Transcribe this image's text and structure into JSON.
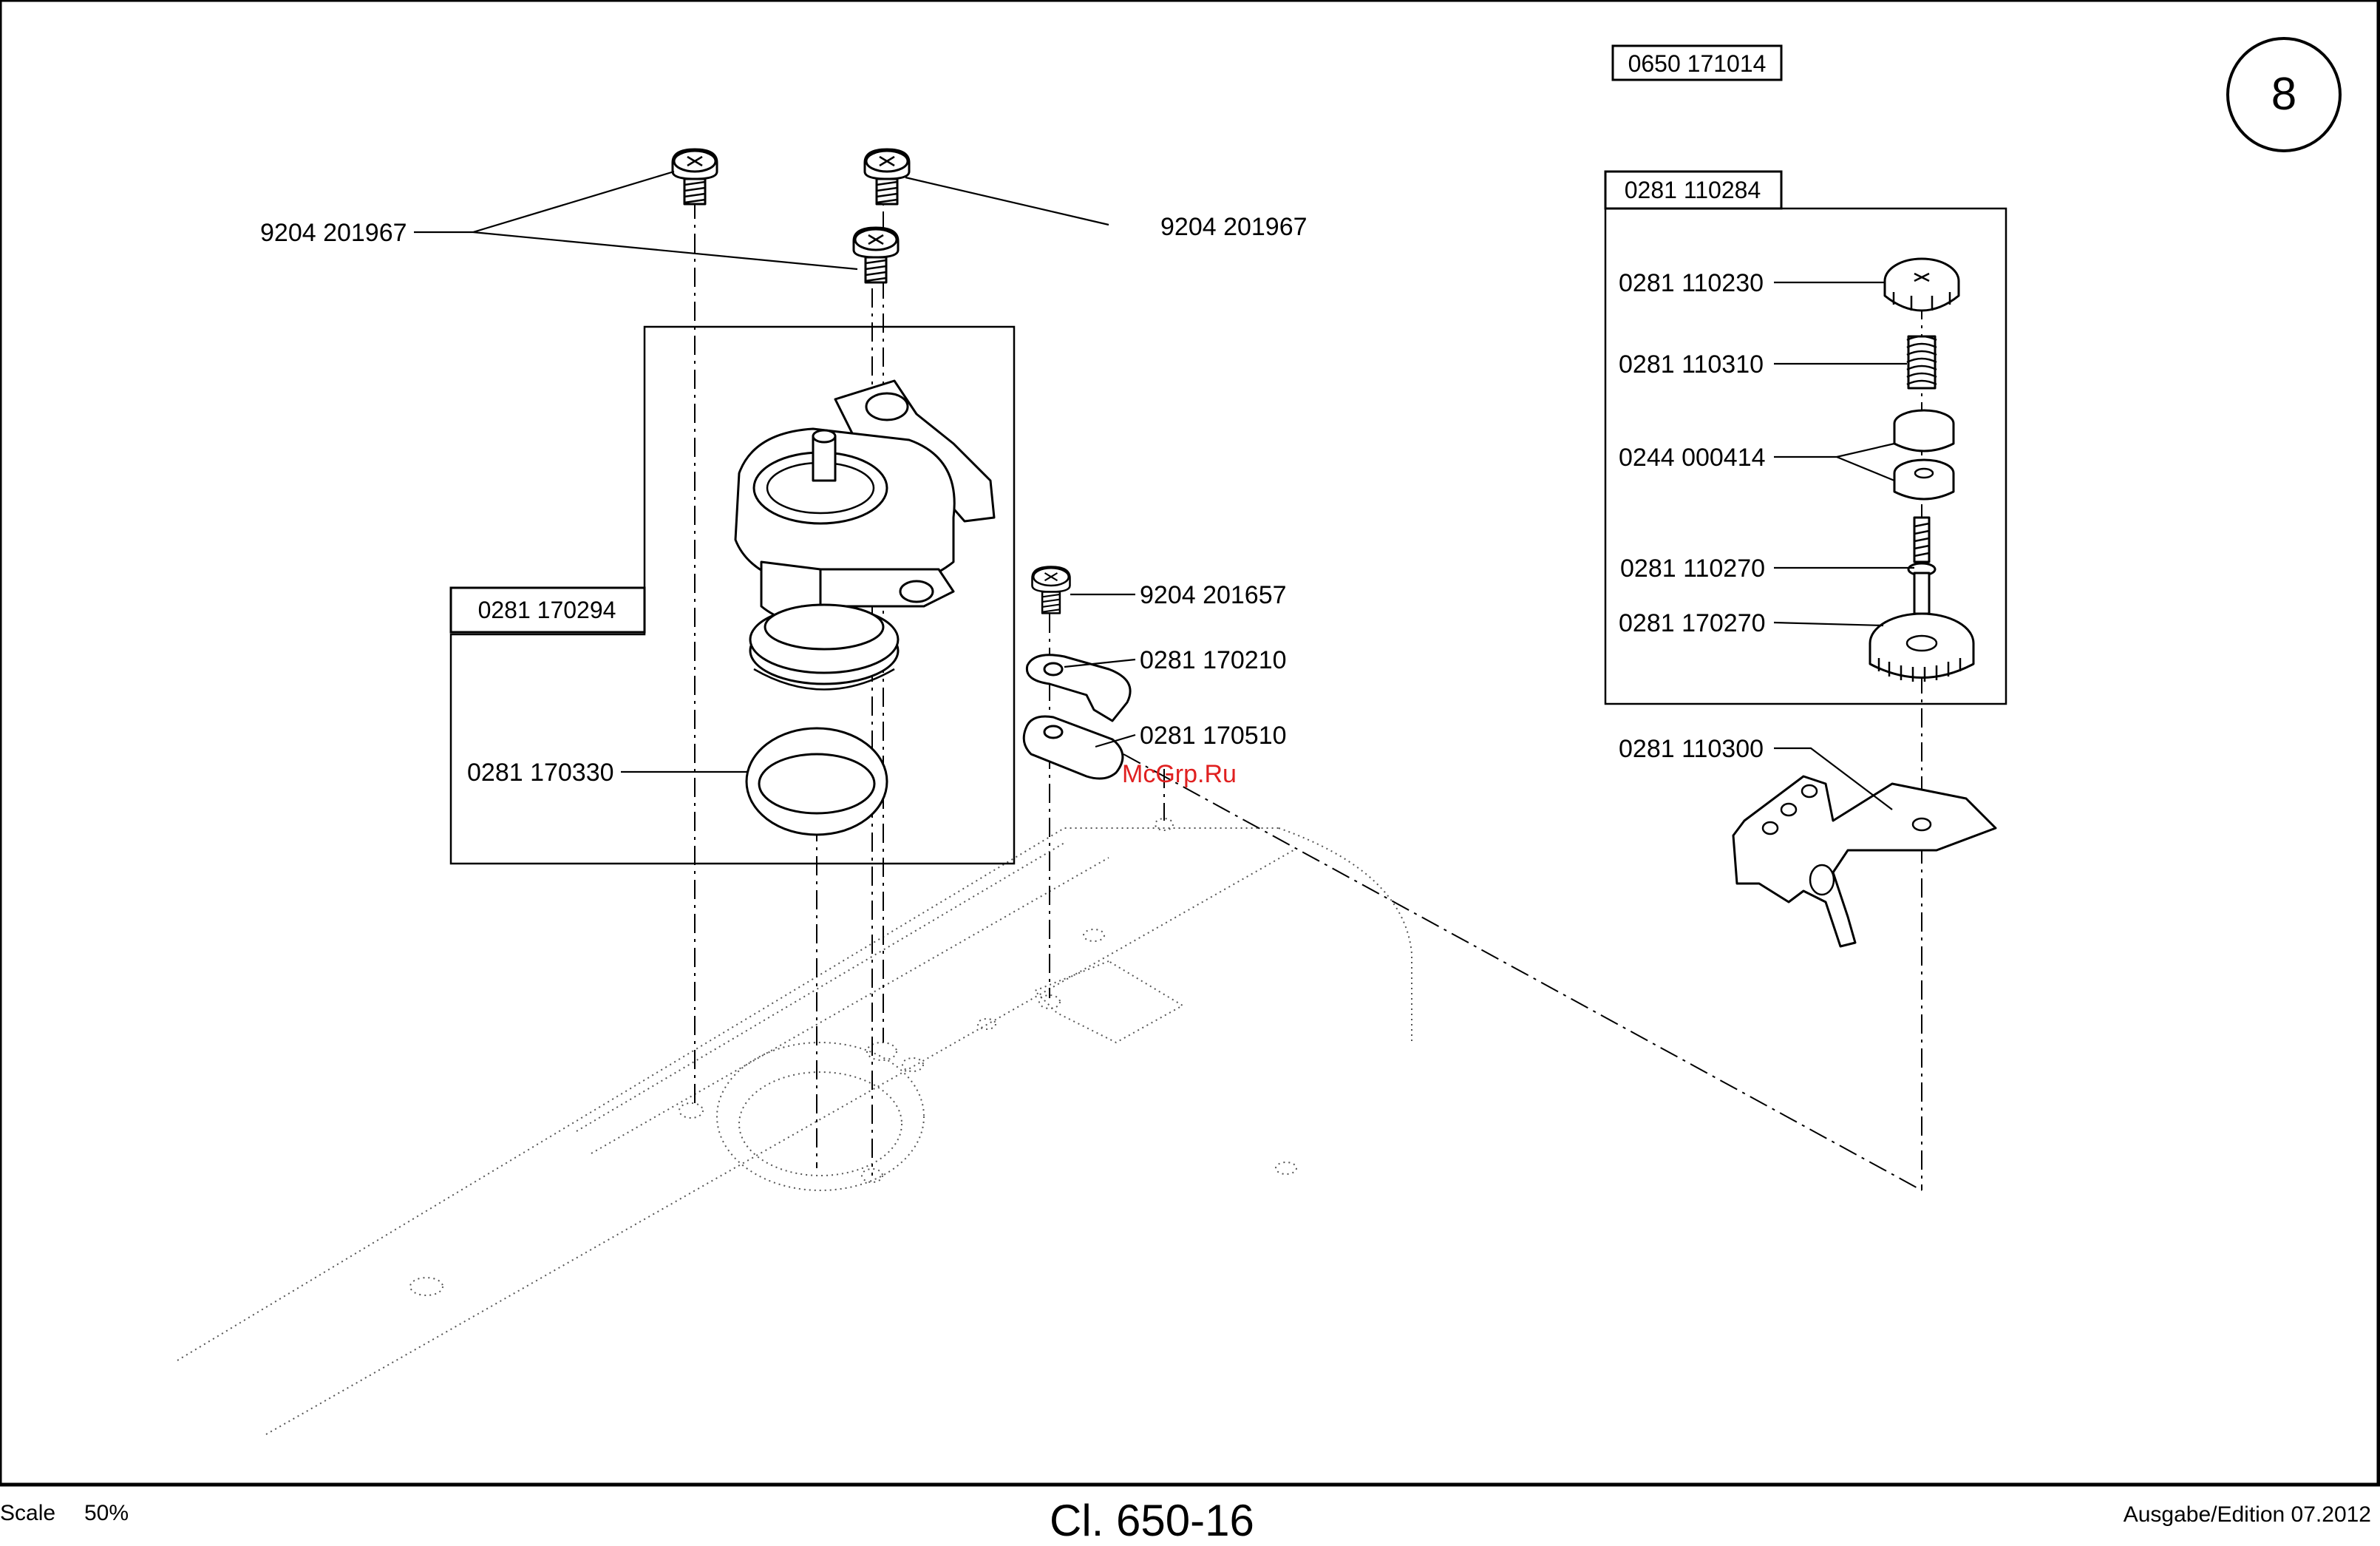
{
  "page": {
    "number": "8",
    "doc_number": "0650 171014",
    "title": "Cl. 650-16",
    "scale_label": "Scale",
    "scale_value": "50%",
    "edition": "Ausgabe/Edition 07.2012",
    "watermark": "McGrp.Ru"
  },
  "assemblies": [
    {
      "id": "a1",
      "label": "0281 170294"
    },
    {
      "id": "a2",
      "label": "0281 110284"
    }
  ],
  "parts": [
    {
      "id": "p1",
      "label": "9204 201967"
    },
    {
      "id": "p2",
      "label": "9204 201967"
    },
    {
      "id": "p3",
      "label": "9204 201657"
    },
    {
      "id": "p4",
      "label": "0281 170210"
    },
    {
      "id": "p5",
      "label": "0281 170510"
    },
    {
      "id": "p6",
      "label": "0281 170330"
    },
    {
      "id": "p7",
      "label": "0281 110230"
    },
    {
      "id": "p8",
      "label": "0281 110310"
    },
    {
      "id": "p9",
      "label": "0244 000414"
    },
    {
      "id": "p10",
      "label": "0281 110270"
    },
    {
      "id": "p11",
      "label": "0281 170270"
    },
    {
      "id": "p12",
      "label": "0281 110300"
    }
  ],
  "icons": [
    "screw-icon",
    "bobbin-case-assembly-icon",
    "spring-icon",
    "knurled-nut-icon",
    "bracket-icon"
  ]
}
